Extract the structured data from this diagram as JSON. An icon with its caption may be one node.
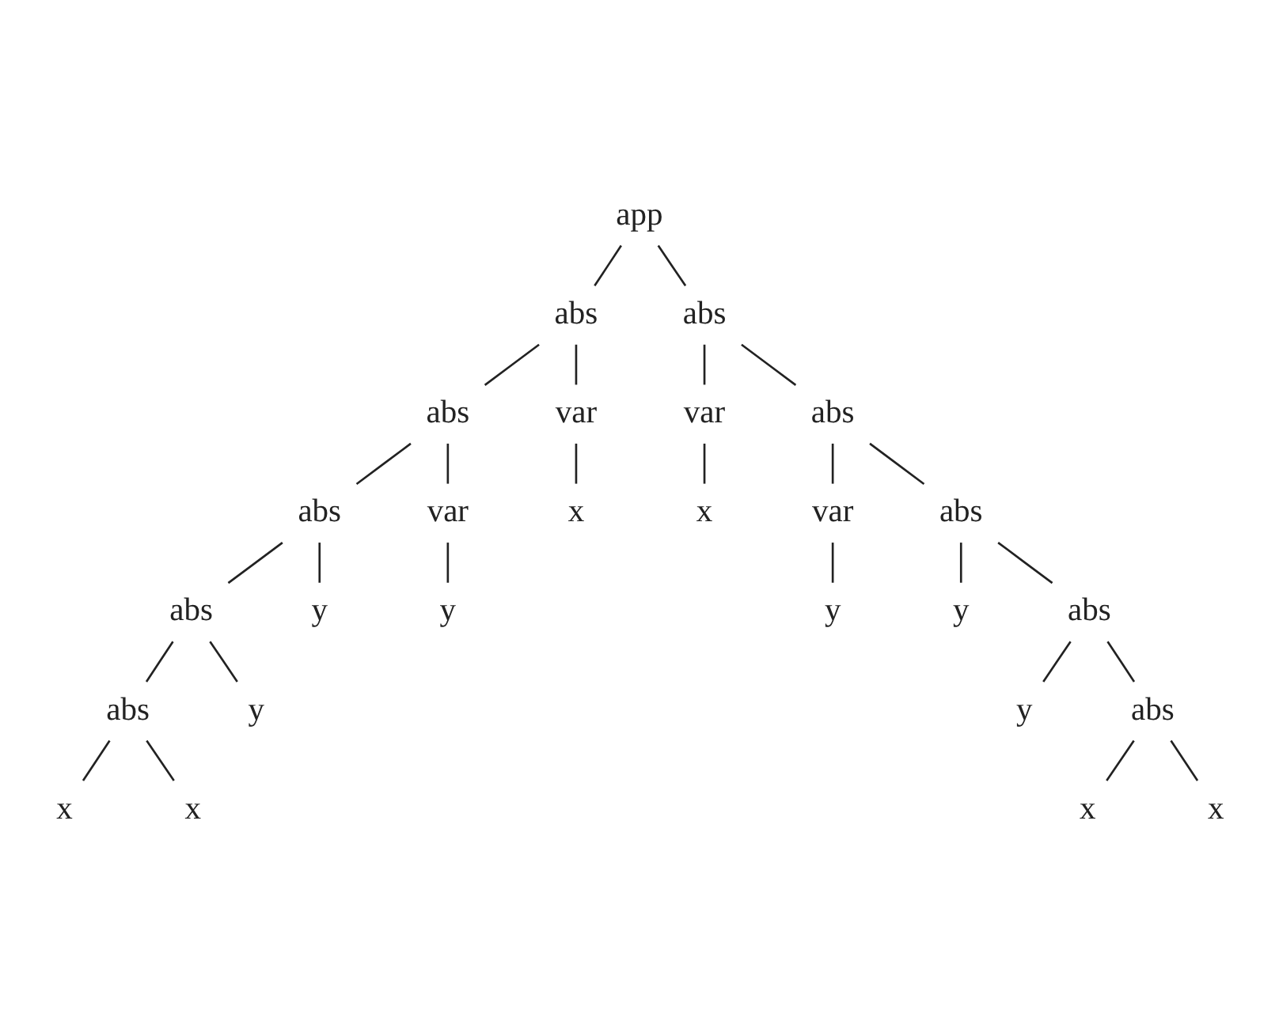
{
  "diagram": {
    "nodes": [
      {
        "text": [
          "app"
        ]
      },
      {
        "text": [
          "abs"
        ]
      },
      {
        "text": [
          "abs"
        ]
      },
      {
        "text": [
          "abs"
        ]
      },
      {
        "text": [
          "var"
        ]
      },
      {
        "text": [
          "var"
        ]
      },
      {
        "text": [
          "abs"
        ]
      },
      {
        "text": [
          "abs"
        ]
      },
      {
        "text": [
          "var"
        ]
      },
      {
        "text": [
          "x"
        ]
      },
      {
        "text": [
          "x"
        ]
      },
      {
        "text": [
          "var"
        ]
      },
      {
        "text": [
          "abs"
        ]
      },
      {
        "text": [
          "abs"
        ]
      },
      {
        "text": [
          "y"
        ]
      },
      {
        "text": [
          "y"
        ]
      },
      {
        "text": [
          "y"
        ]
      },
      {
        "text": [
          "y"
        ]
      },
      {
        "text": [
          "abs"
        ]
      },
      {
        "text": [
          "abs"
        ]
      },
      {
        "text": [
          "y"
        ]
      },
      {
        "text": [
          "y"
        ]
      },
      {
        "text": [
          "abs"
        ]
      },
      {
        "text": [
          "x"
        ]
      },
      {
        "text": [
          "x"
        ]
      },
      {
        "text": [
          "x"
        ]
      },
      {
        "text": [
          "x"
        ]
      }
    ],
    "edges": [
      {
        "from": 0,
        "to": 1,
        "arrow": "none"
      },
      {
        "from": 0,
        "to": 2,
        "arrow": "none"
      },
      {
        "from": 1,
        "to": 3,
        "arrow": "none"
      },
      {
        "from": 1,
        "to": 4,
        "arrow": "none"
      },
      {
        "from": 2,
        "to": 5,
        "arrow": "none"
      },
      {
        "from": 2,
        "to": 6,
        "arrow": "none"
      },
      {
        "from": 3,
        "to": 7,
        "arrow": "none"
      },
      {
        "from": 3,
        "to": 8,
        "arrow": "none"
      },
      {
        "from": 4,
        "to": 9,
        "arrow": "none"
      },
      {
        "from": 5,
        "to": 10,
        "arrow": "none"
      },
      {
        "from": 6,
        "to": 11,
        "arrow": "none"
      },
      {
        "from": 6,
        "to": 12,
        "arrow": "none"
      },
      {
        "from": 7,
        "to": 13,
        "arrow": "none"
      },
      {
        "from": 7,
        "to": 14,
        "arrow": "none"
      },
      {
        "from": 8,
        "to": 15,
        "arrow": "none"
      },
      {
        "from": 11,
        "to": 16,
        "arrow": "none"
      },
      {
        "from": 12,
        "to": 17,
        "arrow": "none"
      },
      {
        "from": 12,
        "to": 18,
        "arrow": "none"
      },
      {
        "from": 13,
        "to": 19,
        "arrow": "none"
      },
      {
        "from": 13,
        "to": 20,
        "arrow": "none"
      },
      {
        "from": 18,
        "to": 21,
        "arrow": "none"
      },
      {
        "from": 18,
        "to": 22,
        "arrow": "none"
      },
      {
        "from": 19,
        "to": 23,
        "arrow": "none"
      },
      {
        "from": 19,
        "to": 24,
        "arrow": "none"
      },
      {
        "from": 22,
        "to": 25,
        "arrow": "none"
      },
      {
        "from": 22,
        "to": 26,
        "arrow": "none"
      }
    ]
  }
}
